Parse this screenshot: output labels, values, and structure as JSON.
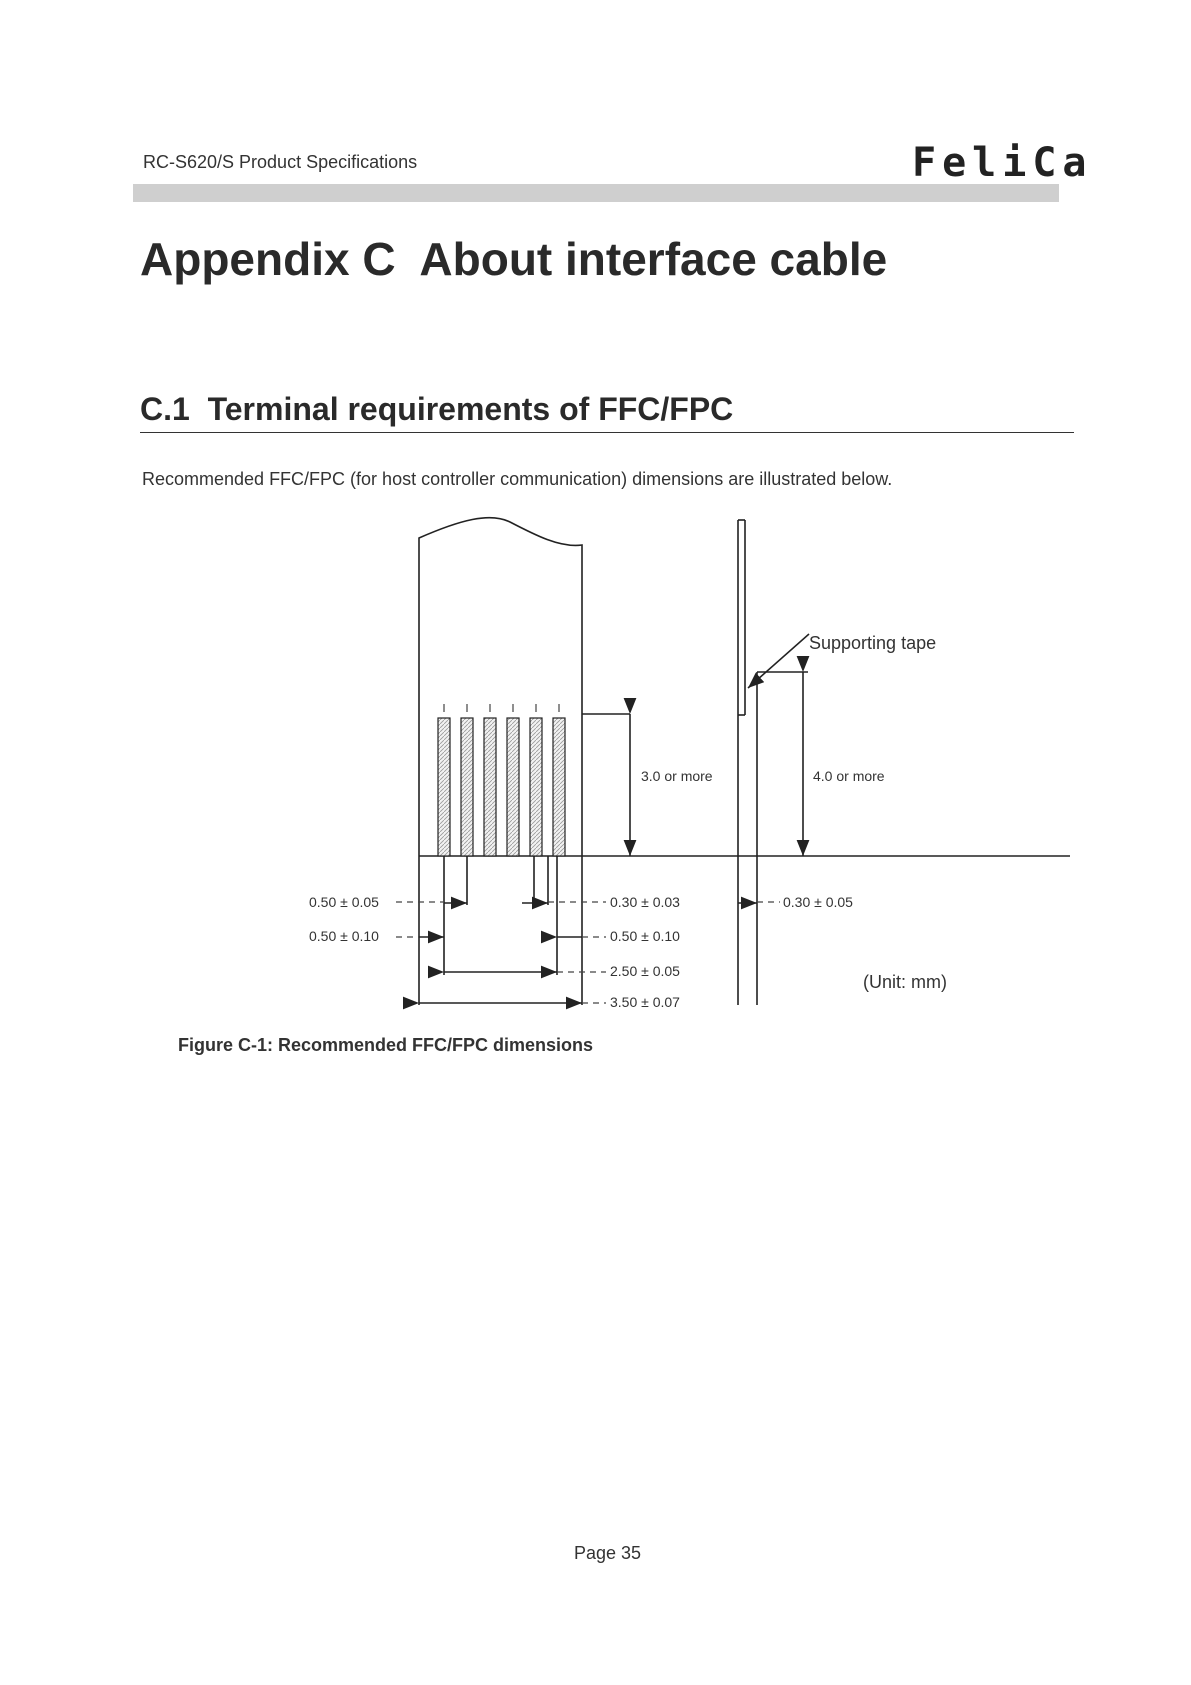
{
  "header": {
    "doc_title": "RC-S620/S Product Specifications",
    "logo": "FeliCa",
    "accent_bar_color": "#cfcfcf"
  },
  "title": "Appendix C  About interface cable",
  "section": {
    "heading": "C.1  Terminal requirements of FFC/FPC",
    "intro": "Recommended FFC/FPC (for host controller communication) dimensions are illustrated below."
  },
  "figure": {
    "supporting_tape_label": "Supporting tape",
    "dim_3_0": "3.0 or more",
    "dim_4_0": "4.0 or more",
    "dim_left_1": "0.50 ± 0.05",
    "dim_left_2": "0.50 ± 0.10",
    "dim_right_1": "0.30 ± 0.03",
    "dim_right_2": "0.50 ± 0.10",
    "dim_right_3": "2.50 ± 0.05",
    "dim_right_4": "3.50 ± 0.07",
    "dim_side": "0.30 ± 0.05",
    "unit": "(Unit: mm)",
    "caption": "Figure C-1: Recommended FFC/FPC dimensions"
  },
  "footer": {
    "page": "Page 35"
  }
}
